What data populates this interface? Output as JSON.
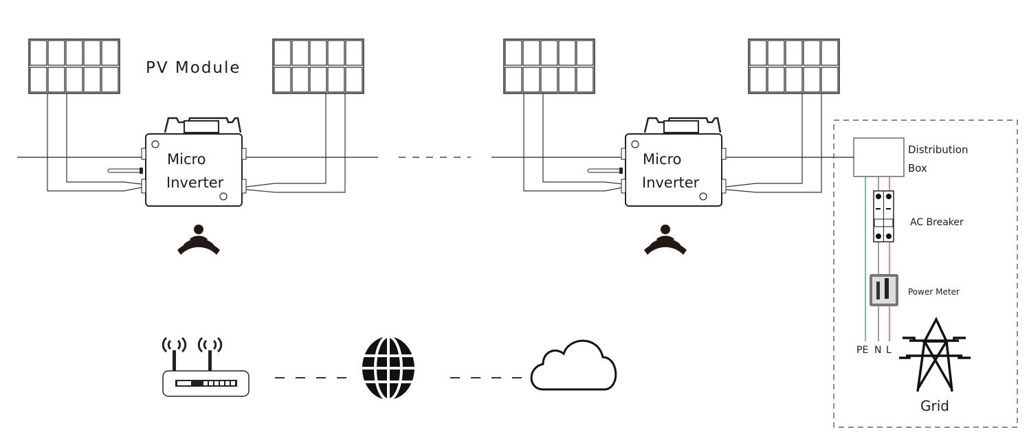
{
  "labels": {
    "pv_module": "PV Module",
    "micro_inverter_line1": "Micro",
    "micro_inverter_line2": "Inverter",
    "distribution_box_line1": "Distribution",
    "distribution_box_line2": "Box",
    "ac_breaker": "AC Breaker",
    "power_meter": "Power Meter",
    "pe": "PE",
    "n": "N",
    "l": "L",
    "grid": "Grid"
  },
  "wire_colors": {
    "pe": "#3aa14a",
    "n": "#6b6b6b",
    "l": "#e0454a"
  },
  "icons": [
    "solar-panel-icon",
    "micro-inverter-icon",
    "wifi-signal-icon",
    "router-icon",
    "globe-icon",
    "cloud-icon",
    "breaker-icon",
    "power-meter-icon",
    "transmission-tower-icon"
  ]
}
